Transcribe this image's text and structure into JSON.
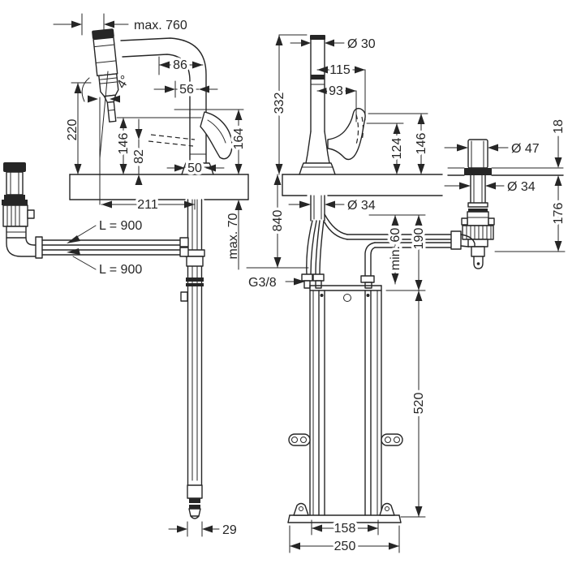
{
  "colors": {
    "line": "#262626",
    "background": "#ffffff"
  },
  "views": {
    "side": {
      "pullout": "max. 760",
      "spout_w1": "86",
      "spout_w2": "56",
      "angle": "4°",
      "h_outlet": "220",
      "h_aerator": "146",
      "h_stream": "82",
      "h_handle": "164",
      "base_w": "50",
      "reach": "211",
      "counter": "max. 70",
      "hose1": "L = 900",
      "hose2": "L = 900",
      "hose_w": "29"
    },
    "front": {
      "spout_d": "Ø 30",
      "w_115": "115",
      "w_93": "93",
      "h_spout": "332",
      "h_124": "124",
      "h_146": "146",
      "hole_d": "Ø 34",
      "hose_len": "840",
      "clearance": "min. 60",
      "d_190": "190",
      "thread": "G3/8",
      "box_h": "520",
      "box_w": "158",
      "plate_w": "250"
    },
    "select": {
      "button_d": "Ø 47",
      "above": "18",
      "hole_d": "Ø 34",
      "below": "176"
    }
  }
}
